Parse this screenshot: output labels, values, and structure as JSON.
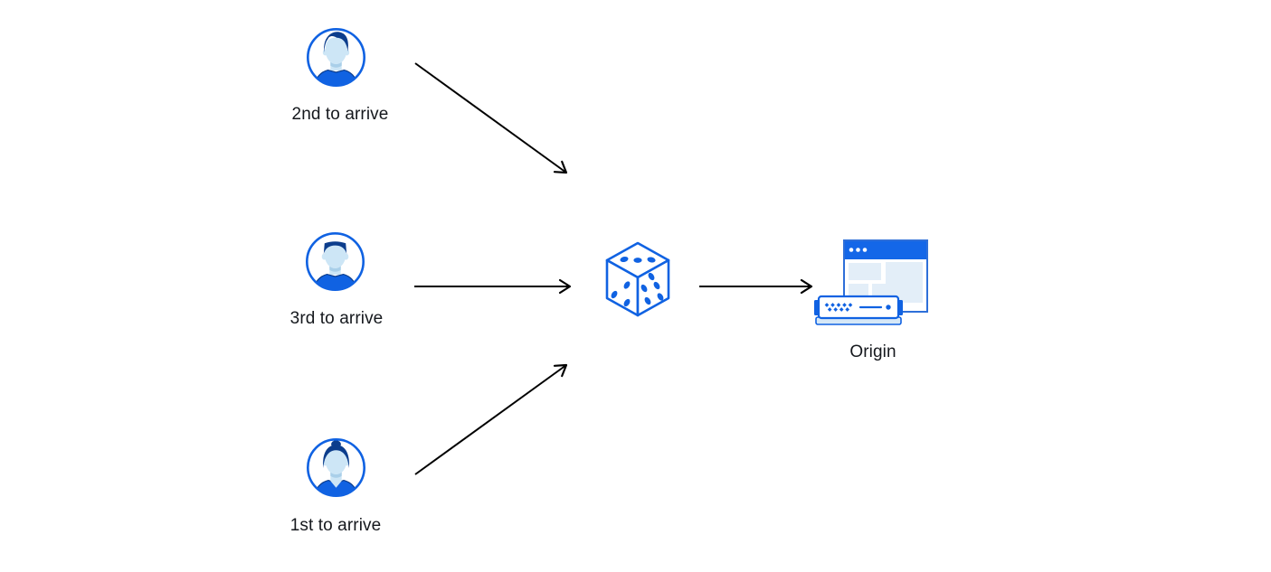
{
  "diagram": {
    "description": "Three visitors' requests sent in random order to an origin server",
    "nodes": {
      "visitor_2nd": {
        "label": "2nd to arrive",
        "icon": "male-user-avatar-icon"
      },
      "visitor_3rd": {
        "label": "3rd to arrive",
        "icon": "male-user-avatar-icon"
      },
      "visitor_1st": {
        "label": "1st to arrive",
        "icon": "female-user-avatar-icon"
      },
      "randomizer": {
        "label": "",
        "icon": "dice-icon"
      },
      "origin": {
        "label": "Origin",
        "icon": "origin-server-browser-icon"
      }
    },
    "edges": [
      {
        "from": "visitor_2nd",
        "to": "randomizer",
        "direction": "down-right"
      },
      {
        "from": "visitor_3rd",
        "to": "randomizer",
        "direction": "right"
      },
      {
        "from": "visitor_1st",
        "to": "randomizer",
        "direction": "up-right"
      },
      {
        "from": "randomizer",
        "to": "origin",
        "direction": "right"
      }
    ],
    "colors": {
      "primary_blue": "#1062e2",
      "window_border_blue": "#2e6fd9",
      "dark_navy_hair": "#0c3d8c",
      "skin_light_blue": "#cde6f6",
      "skin_shadow_blue": "#a9cfe9",
      "panel_light_blue": "#e3eef8",
      "server_base_blue": "#d6e8f7",
      "arrow_black": "#000000",
      "label_text": "#15181d",
      "background": "#ffffff"
    }
  }
}
